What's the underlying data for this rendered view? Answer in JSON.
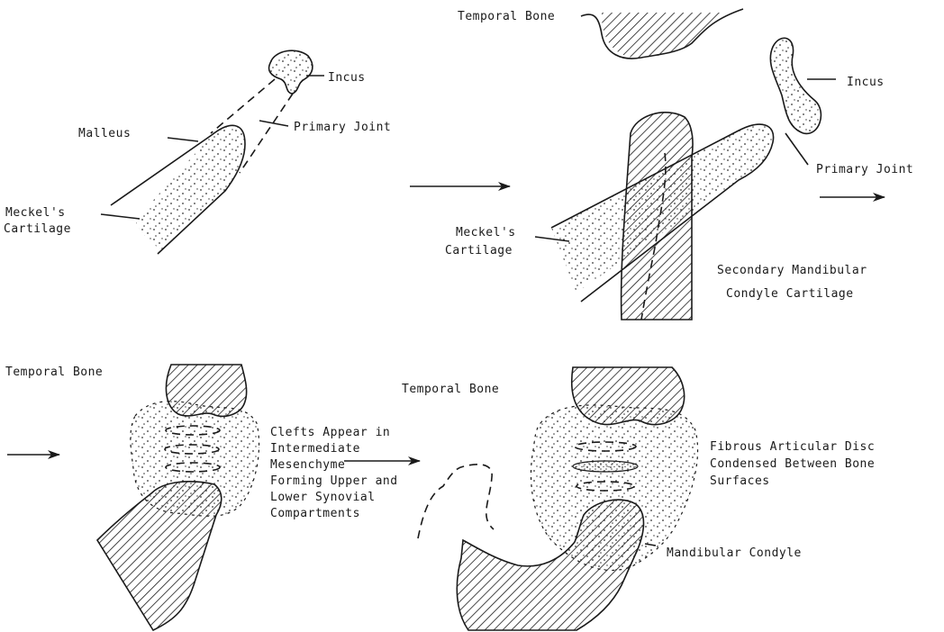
{
  "panel1": {
    "incus": "Incus",
    "primary_joint": "Primary Joint",
    "malleus": "Malleus",
    "meckels_1": "Meckel's",
    "meckels_2": "Cartilage"
  },
  "panel2": {
    "temporal_bone": "Temporal Bone",
    "incus": "Incus",
    "primary_joint": "Primary Joint",
    "meckels_1": "Meckel's",
    "meckels_2": "Cartilage",
    "secondary_1": "Secondary Mandibular",
    "secondary_2": "Condyle Cartilage"
  },
  "panel3": {
    "temporal_bone": "Temporal Bone",
    "clefts_lines": [
      "Clefts Appear in",
      "Intermediate",
      "Mesenchyme",
      "Forming Upper and",
      "Lower Synovial",
      "Compartments"
    ]
  },
  "panel4": {
    "temporal_bone": "Temporal Bone",
    "disc_lines": [
      "Fibrous Articular Disc",
      "Condensed Between Bone",
      "Surfaces"
    ],
    "condyle": "Mandibular Condyle"
  }
}
